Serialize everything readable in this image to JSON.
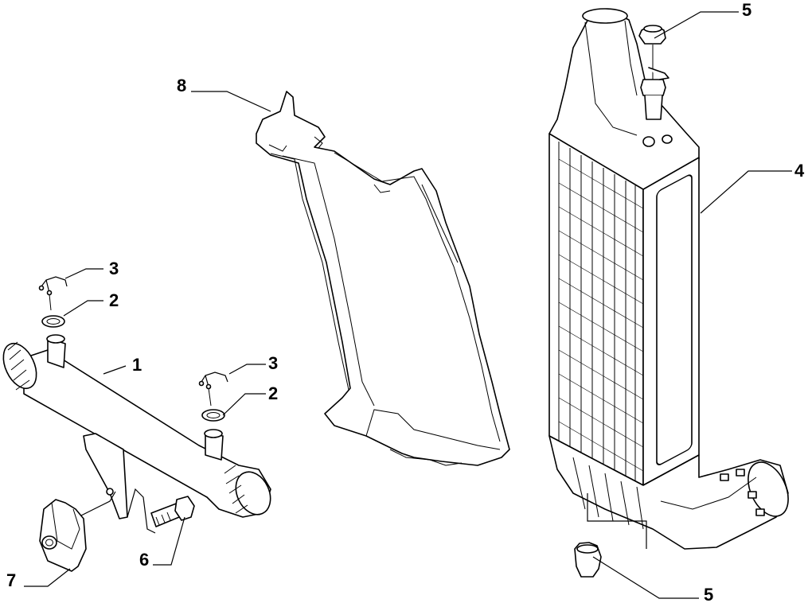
{
  "callouts": {
    "c1": "1",
    "c2a": "2",
    "c2b": "2",
    "c3a": "3",
    "c3b": "3",
    "c4": "4",
    "c5a": "5",
    "c5b": "5",
    "c6": "6",
    "c7": "7",
    "c8": "8"
  }
}
